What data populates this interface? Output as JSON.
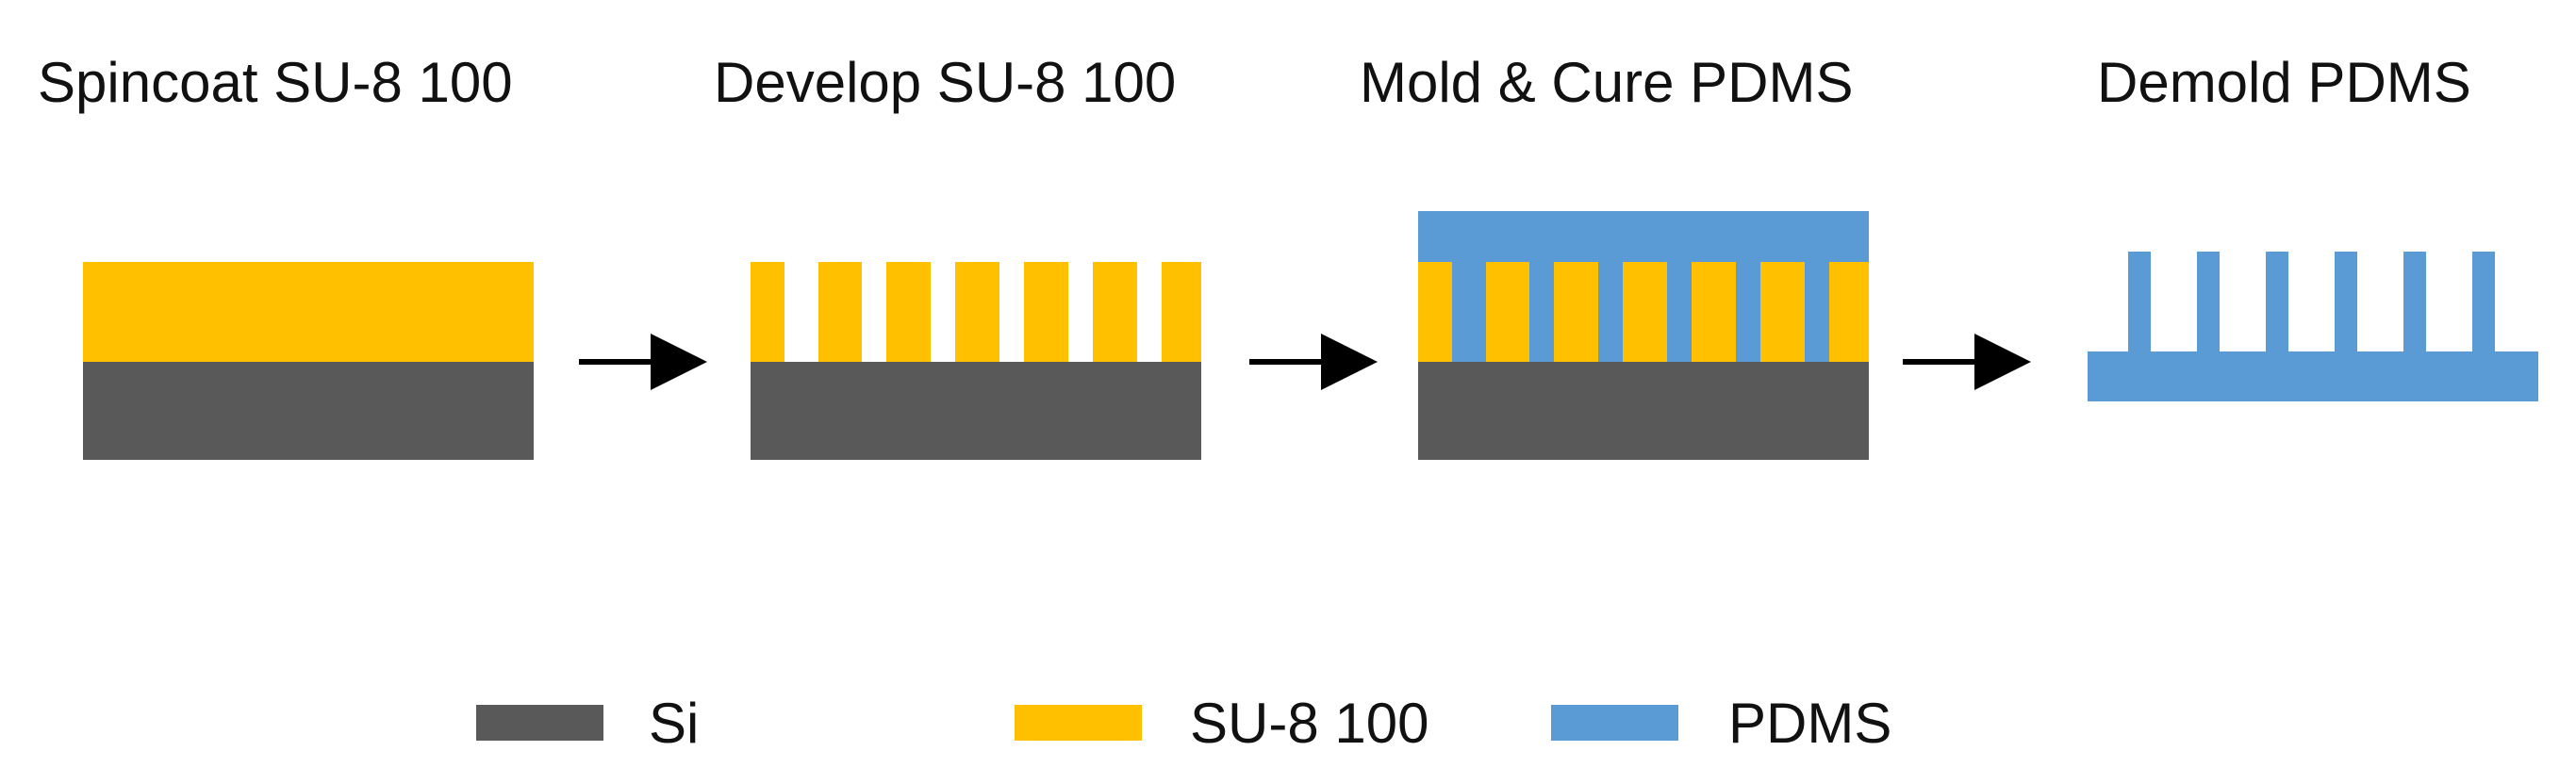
{
  "steps": [
    {
      "title": "Spincoat SU-8 100"
    },
    {
      "title": "Develop SU-8 100"
    },
    {
      "title": "Mold & Cure PDMS"
    },
    {
      "title": "Demold PDMS"
    }
  ],
  "legend": {
    "si": {
      "label": "Si",
      "color": "#595959"
    },
    "su8": {
      "label": "SU-8 100",
      "color": "#FFC000"
    },
    "pdms": {
      "label": "PDMS",
      "color": "#5B9BD5"
    }
  },
  "arrow_color": "#000000"
}
